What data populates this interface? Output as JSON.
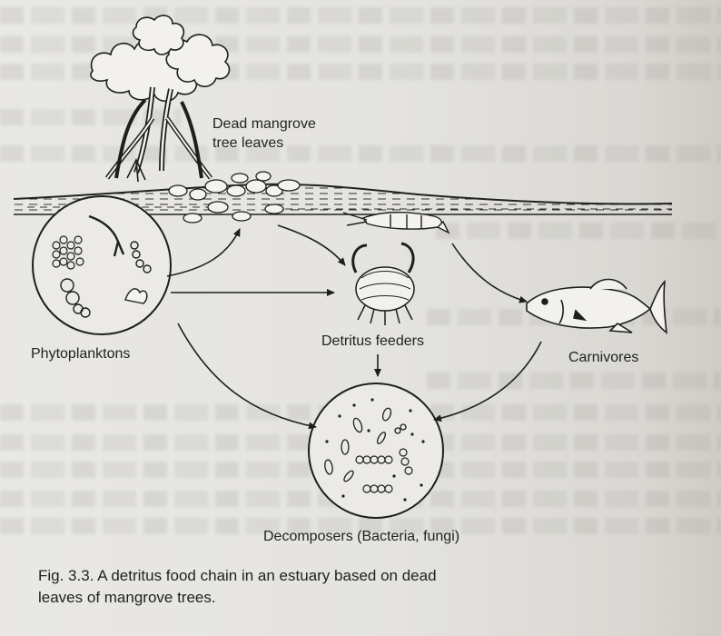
{
  "labels": {
    "dead_leaves": "Dead mangrove\ntree leaves",
    "phytoplanktons": "Phytoplanktons",
    "detritus_feeders": "Detritus feeders",
    "carnivores": "Carnivores",
    "decomposers": "Decomposers (Bacteria, fungi)"
  },
  "caption": "Fig. 3.3. A detritus food chain in an estuary based on dead\nleaves of mangrove trees."
}
